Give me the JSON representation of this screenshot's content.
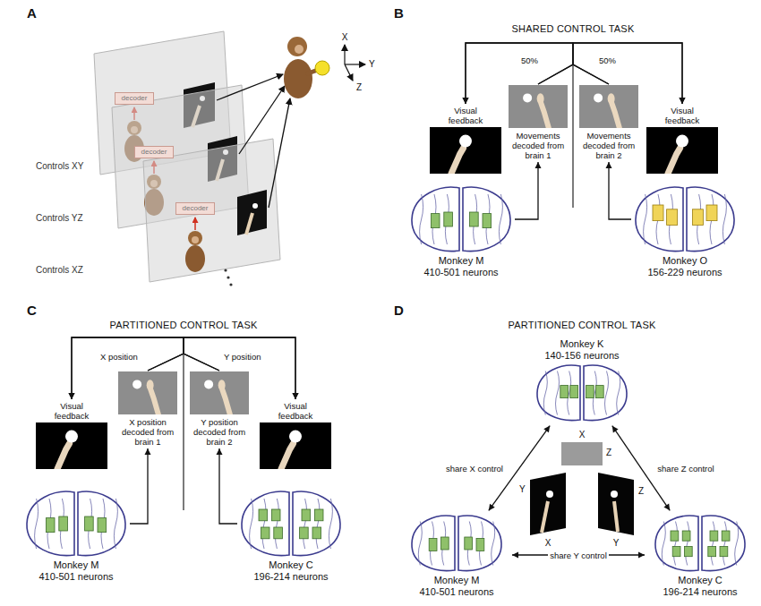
{
  "diagram": {
    "nodes": [
      {
        "text": [
          "decoder"
        ]
      },
      {
        "text": [
          "decoder"
        ]
      },
      {
        "text": [
          "decoder"
        ]
      },
      {
        "text": [
          "Visual feedback"
        ]
      },
      {
        "text": [
          "Movements decoded from brain 1"
        ]
      },
      {
        "text": [
          "Movements decoded from brain 2"
        ]
      },
      {
        "text": [
          "Visual feedback"
        ]
      },
      {
        "text": [
          "Monkey M",
          "410-501 neurons"
        ]
      },
      {
        "text": [
          "Monkey O",
          "156-229 neurons"
        ]
      },
      {
        "text": [
          "Visual feedback"
        ]
      },
      {
        "text": [
          "X position decoded from brain 1"
        ]
      },
      {
        "text": [
          "Y position decoded from brain 2"
        ]
      },
      {
        "text": [
          "Visual feedback"
        ]
      },
      {
        "text": [
          "Monkey M",
          "410-501 neurons"
        ]
      },
      {
        "text": [
          "Monkey C",
          "196-214 neurons"
        ]
      },
      {
        "text": [
          "Monkey K",
          "140-156 neurons"
        ]
      },
      {
        "text": [
          "Monkey M",
          "410-501 neurons"
        ]
      },
      {
        "text": [
          "Monkey C",
          "196-214 neurons"
        ]
      }
    ],
    "edges": [
      {
        "from": 7,
        "to": 4,
        "arrow": "to"
      },
      {
        "from": 8,
        "to": 5,
        "arrow": "to"
      },
      {
        "from": 4,
        "to": 3,
        "arrow": "to"
      },
      {
        "from": 4,
        "to": 6,
        "arrow": "to"
      },
      {
        "from": 5,
        "to": 3,
        "arrow": "to"
      },
      {
        "from": 5,
        "to": 6,
        "arrow": "to"
      },
      {
        "from": 13,
        "to": 10,
        "arrow": "to"
      },
      {
        "from": 14,
        "to": 11,
        "arrow": "to"
      },
      {
        "from": 10,
        "to": 9,
        "arrow": "to"
      },
      {
        "from": 10,
        "to": 12,
        "arrow": "to"
      },
      {
        "from": 11,
        "to": 9,
        "arrow": "to"
      },
      {
        "from": 11,
        "to": 12,
        "arrow": "to"
      },
      {
        "from": 15,
        "to": 16,
        "label": "share X control",
        "arrow": "both"
      },
      {
        "from": 15,
        "to": 17,
        "label": "share Z control",
        "arrow": "both"
      },
      {
        "from": 16,
        "to": 17,
        "label": "share Y control",
        "arrow": "both"
      }
    ],
    "labels": [
      "A",
      "X",
      "Y",
      "Z",
      "Controls XY",
      "Controls YZ",
      "Controls XZ",
      "B",
      "SHARED CONTROL TASK",
      "50%",
      "50%",
      "C",
      "PARTITIONED CONTROL TASK",
      "X position",
      "Y position",
      "D",
      "PARTITIONED CONTROL TASK",
      "X",
      "Z",
      "Y",
      "Z",
      "X",
      "Y"
    ]
  }
}
